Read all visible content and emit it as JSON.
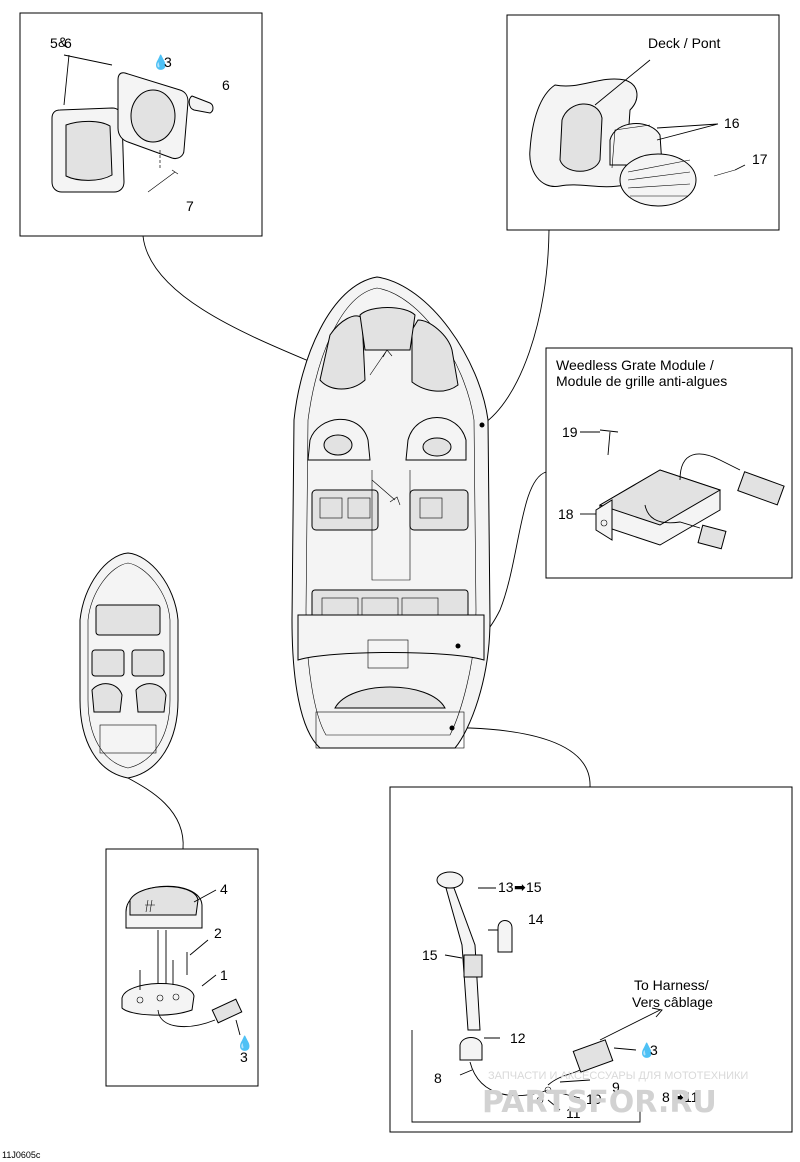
{
  "diagram_code": "11J0605c",
  "boxes": {
    "top_left": {
      "labels": [
        "5",
        "6",
        "3",
        "6",
        "7"
      ]
    },
    "horn": {
      "title": "Deck / Pont",
      "labels": [
        "16",
        "17"
      ]
    },
    "weedless": {
      "title_line1": "Weedless Grate Module /",
      "title_line2": "Module de grille anti-algues",
      "labels": [
        "19",
        "18"
      ]
    },
    "light": {
      "labels": [
        "4",
        "2",
        "1",
        "3"
      ]
    },
    "pole": {
      "labels": [
        "13",
        "15",
        "14",
        "15",
        "12",
        "3",
        "8",
        "9",
        "10",
        "11",
        "8",
        "11"
      ],
      "harness_line1": "To Harness/",
      "harness_line2": "Vers câblage"
    }
  },
  "watermark": {
    "line1": "ЗАПЧАСТИ И АКСЕССУАРЫ ДЛЯ МОТОТЕХНИКИ",
    "brand": "PARTSFOR.RU"
  },
  "icons": [
    "oil-drop-icon",
    "arrow-right-icon",
    "and-symbol-icon"
  ]
}
